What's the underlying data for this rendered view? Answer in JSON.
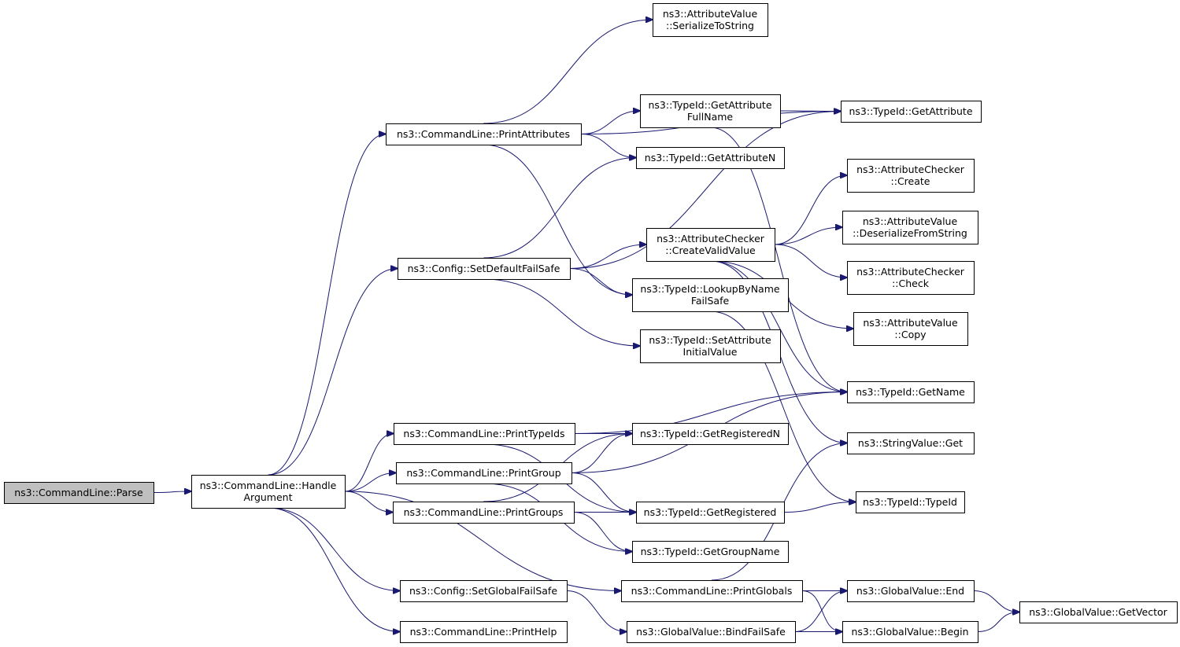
{
  "nodes": [
    {
      "id": "parse",
      "lines": [
        "ns3::CommandLine::Parse"
      ],
      "root": true
    },
    {
      "id": "handle",
      "lines": [
        "ns3::CommandLine::Handle",
        "Argument"
      ]
    },
    {
      "id": "printAttributes",
      "lines": [
        "ns3::CommandLine::PrintAttributes"
      ]
    },
    {
      "id": "setDefaultFailSafe",
      "lines": [
        "ns3::Config::SetDefaultFailSafe"
      ]
    },
    {
      "id": "printTypeIds",
      "lines": [
        "ns3::CommandLine::PrintTypeIds"
      ]
    },
    {
      "id": "printGroup",
      "lines": [
        "ns3::CommandLine::PrintGroup"
      ]
    },
    {
      "id": "printGroups",
      "lines": [
        "ns3::CommandLine::PrintGroups"
      ]
    },
    {
      "id": "setGlobalFailSafe",
      "lines": [
        "ns3::Config::SetGlobalFailSafe"
      ]
    },
    {
      "id": "printHelp",
      "lines": [
        "ns3::CommandLine::PrintHelp"
      ]
    },
    {
      "id": "serializeToString",
      "lines": [
        "ns3::AttributeValue",
        "::SerializeToString"
      ]
    },
    {
      "id": "getAttributeFullName",
      "lines": [
        "ns3::TypeId::GetAttribute",
        "FullName"
      ]
    },
    {
      "id": "getAttributeN",
      "lines": [
        "ns3::TypeId::GetAttributeN"
      ]
    },
    {
      "id": "createValidValue",
      "lines": [
        "ns3::AttributeChecker",
        "::CreateValidValue"
      ]
    },
    {
      "id": "lookupByNameFailSafe",
      "lines": [
        "ns3::TypeId::LookupByName",
        "FailSafe"
      ]
    },
    {
      "id": "setAttributeInitialValue",
      "lines": [
        "ns3::TypeId::SetAttribute",
        "InitialValue"
      ]
    },
    {
      "id": "getRegisteredN",
      "lines": [
        "ns3::TypeId::GetRegisteredN"
      ]
    },
    {
      "id": "getRegistered",
      "lines": [
        "ns3::TypeId::GetRegistered"
      ]
    },
    {
      "id": "getGroupName",
      "lines": [
        "ns3::TypeId::GetGroupName"
      ]
    },
    {
      "id": "printGlobals",
      "lines": [
        "ns3::CommandLine::PrintGlobals"
      ]
    },
    {
      "id": "bindFailSafe",
      "lines": [
        "ns3::GlobalValue::BindFailSafe"
      ]
    },
    {
      "id": "getAttribute",
      "lines": [
        "ns3::TypeId::GetAttribute"
      ]
    },
    {
      "id": "checkerCreate",
      "lines": [
        "ns3::AttributeChecker",
        "::Create"
      ]
    },
    {
      "id": "deserializeFromString",
      "lines": [
        "ns3::AttributeValue",
        "::DeserializeFromString"
      ]
    },
    {
      "id": "checkerCheck",
      "lines": [
        "ns3::AttributeChecker",
        "::Check"
      ]
    },
    {
      "id": "valueCopy",
      "lines": [
        "ns3::AttributeValue",
        "::Copy"
      ]
    },
    {
      "id": "getName",
      "lines": [
        "ns3::TypeId::GetName"
      ]
    },
    {
      "id": "stringValueGet",
      "lines": [
        "ns3::StringValue::Get"
      ]
    },
    {
      "id": "typeIdTypeId",
      "lines": [
        "ns3::TypeId::TypeId"
      ]
    },
    {
      "id": "globalValueEnd",
      "lines": [
        "ns3::GlobalValue::End"
      ]
    },
    {
      "id": "globalValueBegin",
      "lines": [
        "ns3::GlobalValue::Begin"
      ]
    },
    {
      "id": "getVector",
      "lines": [
        "ns3::GlobalValue::GetVector"
      ]
    }
  ],
  "edges": [
    [
      "parse",
      "handle"
    ],
    [
      "handle",
      "printAttributes"
    ],
    [
      "handle",
      "setDefaultFailSafe"
    ],
    [
      "handle",
      "printTypeIds"
    ],
    [
      "handle",
      "printGroup"
    ],
    [
      "handle",
      "printGroups"
    ],
    [
      "handle",
      "printGlobals"
    ],
    [
      "handle",
      "setGlobalFailSafe"
    ],
    [
      "handle",
      "printHelp"
    ],
    [
      "printAttributes",
      "serializeToString"
    ],
    [
      "printAttributes",
      "getAttribute"
    ],
    [
      "printAttributes",
      "getAttributeFullName"
    ],
    [
      "printAttributes",
      "getAttributeN"
    ],
    [
      "printAttributes",
      "lookupByNameFailSafe"
    ],
    [
      "getAttributeFullName",
      "getAttribute"
    ],
    [
      "getAttributeFullName",
      "getName"
    ],
    [
      "setDefaultFailSafe",
      "getAttributeN"
    ],
    [
      "setDefaultFailSafe",
      "getAttribute"
    ],
    [
      "setDefaultFailSafe",
      "createValidValue"
    ],
    [
      "setDefaultFailSafe",
      "lookupByNameFailSafe"
    ],
    [
      "setDefaultFailSafe",
      "setAttributeInitialValue"
    ],
    [
      "createValidValue",
      "checkerCreate"
    ],
    [
      "createValidValue",
      "deserializeFromString"
    ],
    [
      "createValidValue",
      "checkerCheck"
    ],
    [
      "createValidValue",
      "valueCopy"
    ],
    [
      "createValidValue",
      "getName"
    ],
    [
      "createValidValue",
      "stringValueGet"
    ],
    [
      "lookupByNameFailSafe",
      "typeIdTypeId"
    ],
    [
      "printTypeIds",
      "getName"
    ],
    [
      "printTypeIds",
      "getRegisteredN"
    ],
    [
      "printTypeIds",
      "getRegistered"
    ],
    [
      "printGroup",
      "getRegisteredN"
    ],
    [
      "printGroup",
      "getName"
    ],
    [
      "printGroup",
      "getRegistered"
    ],
    [
      "printGroup",
      "getGroupName"
    ],
    [
      "printGroups",
      "getRegisteredN"
    ],
    [
      "printGroups",
      "getRegistered"
    ],
    [
      "printGroups",
      "getGroupName"
    ],
    [
      "getRegistered",
      "typeIdTypeId"
    ],
    [
      "printGlobals",
      "stringValueGet"
    ],
    [
      "printGlobals",
      "globalValueEnd"
    ],
    [
      "printGlobals",
      "globalValueBegin"
    ],
    [
      "setGlobalFailSafe",
      "bindFailSafe"
    ],
    [
      "bindFailSafe",
      "globalValueEnd"
    ],
    [
      "bindFailSafe",
      "globalValueBegin"
    ],
    [
      "globalValueEnd",
      "getVector"
    ],
    [
      "globalValueBegin",
      "getVector"
    ]
  ]
}
